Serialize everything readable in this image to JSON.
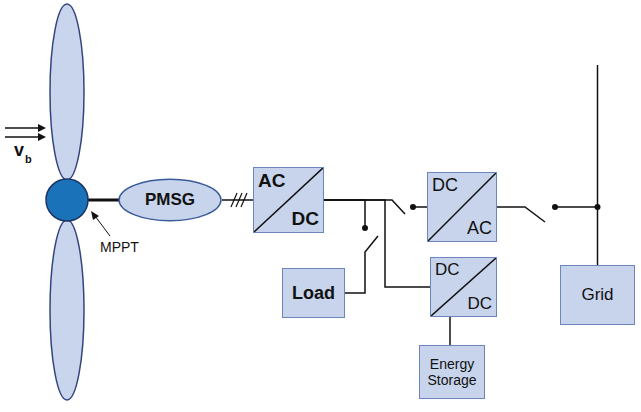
{
  "diagram": {
    "nodes": [
      {
        "text": [
          "PMSG"
        ]
      },
      {
        "text": [
          "AC",
          "DC"
        ]
      },
      {
        "text": [
          "DC",
          "AC"
        ]
      },
      {
        "text": [
          "Load"
        ]
      },
      {
        "text": [
          "DC",
          "DC"
        ]
      },
      {
        "text": [
          "Energy Storage"
        ]
      },
      {
        "text": [
          "Grid"
        ]
      }
    ],
    "edges": [
      {
        "from": 0,
        "to": 1,
        "arrow": "none"
      },
      {
        "from": 1,
        "to": 2,
        "arrow": "none"
      },
      {
        "from": 1,
        "to": 3,
        "arrow": "none"
      },
      {
        "from": 1,
        "to": 4,
        "arrow": "none"
      },
      {
        "from": 2,
        "to": 6,
        "arrow": "none"
      },
      {
        "from": 4,
        "to": 5,
        "arrow": "none"
      }
    ],
    "labels": [
      "v",
      "b",
      "MPPT"
    ]
  }
}
